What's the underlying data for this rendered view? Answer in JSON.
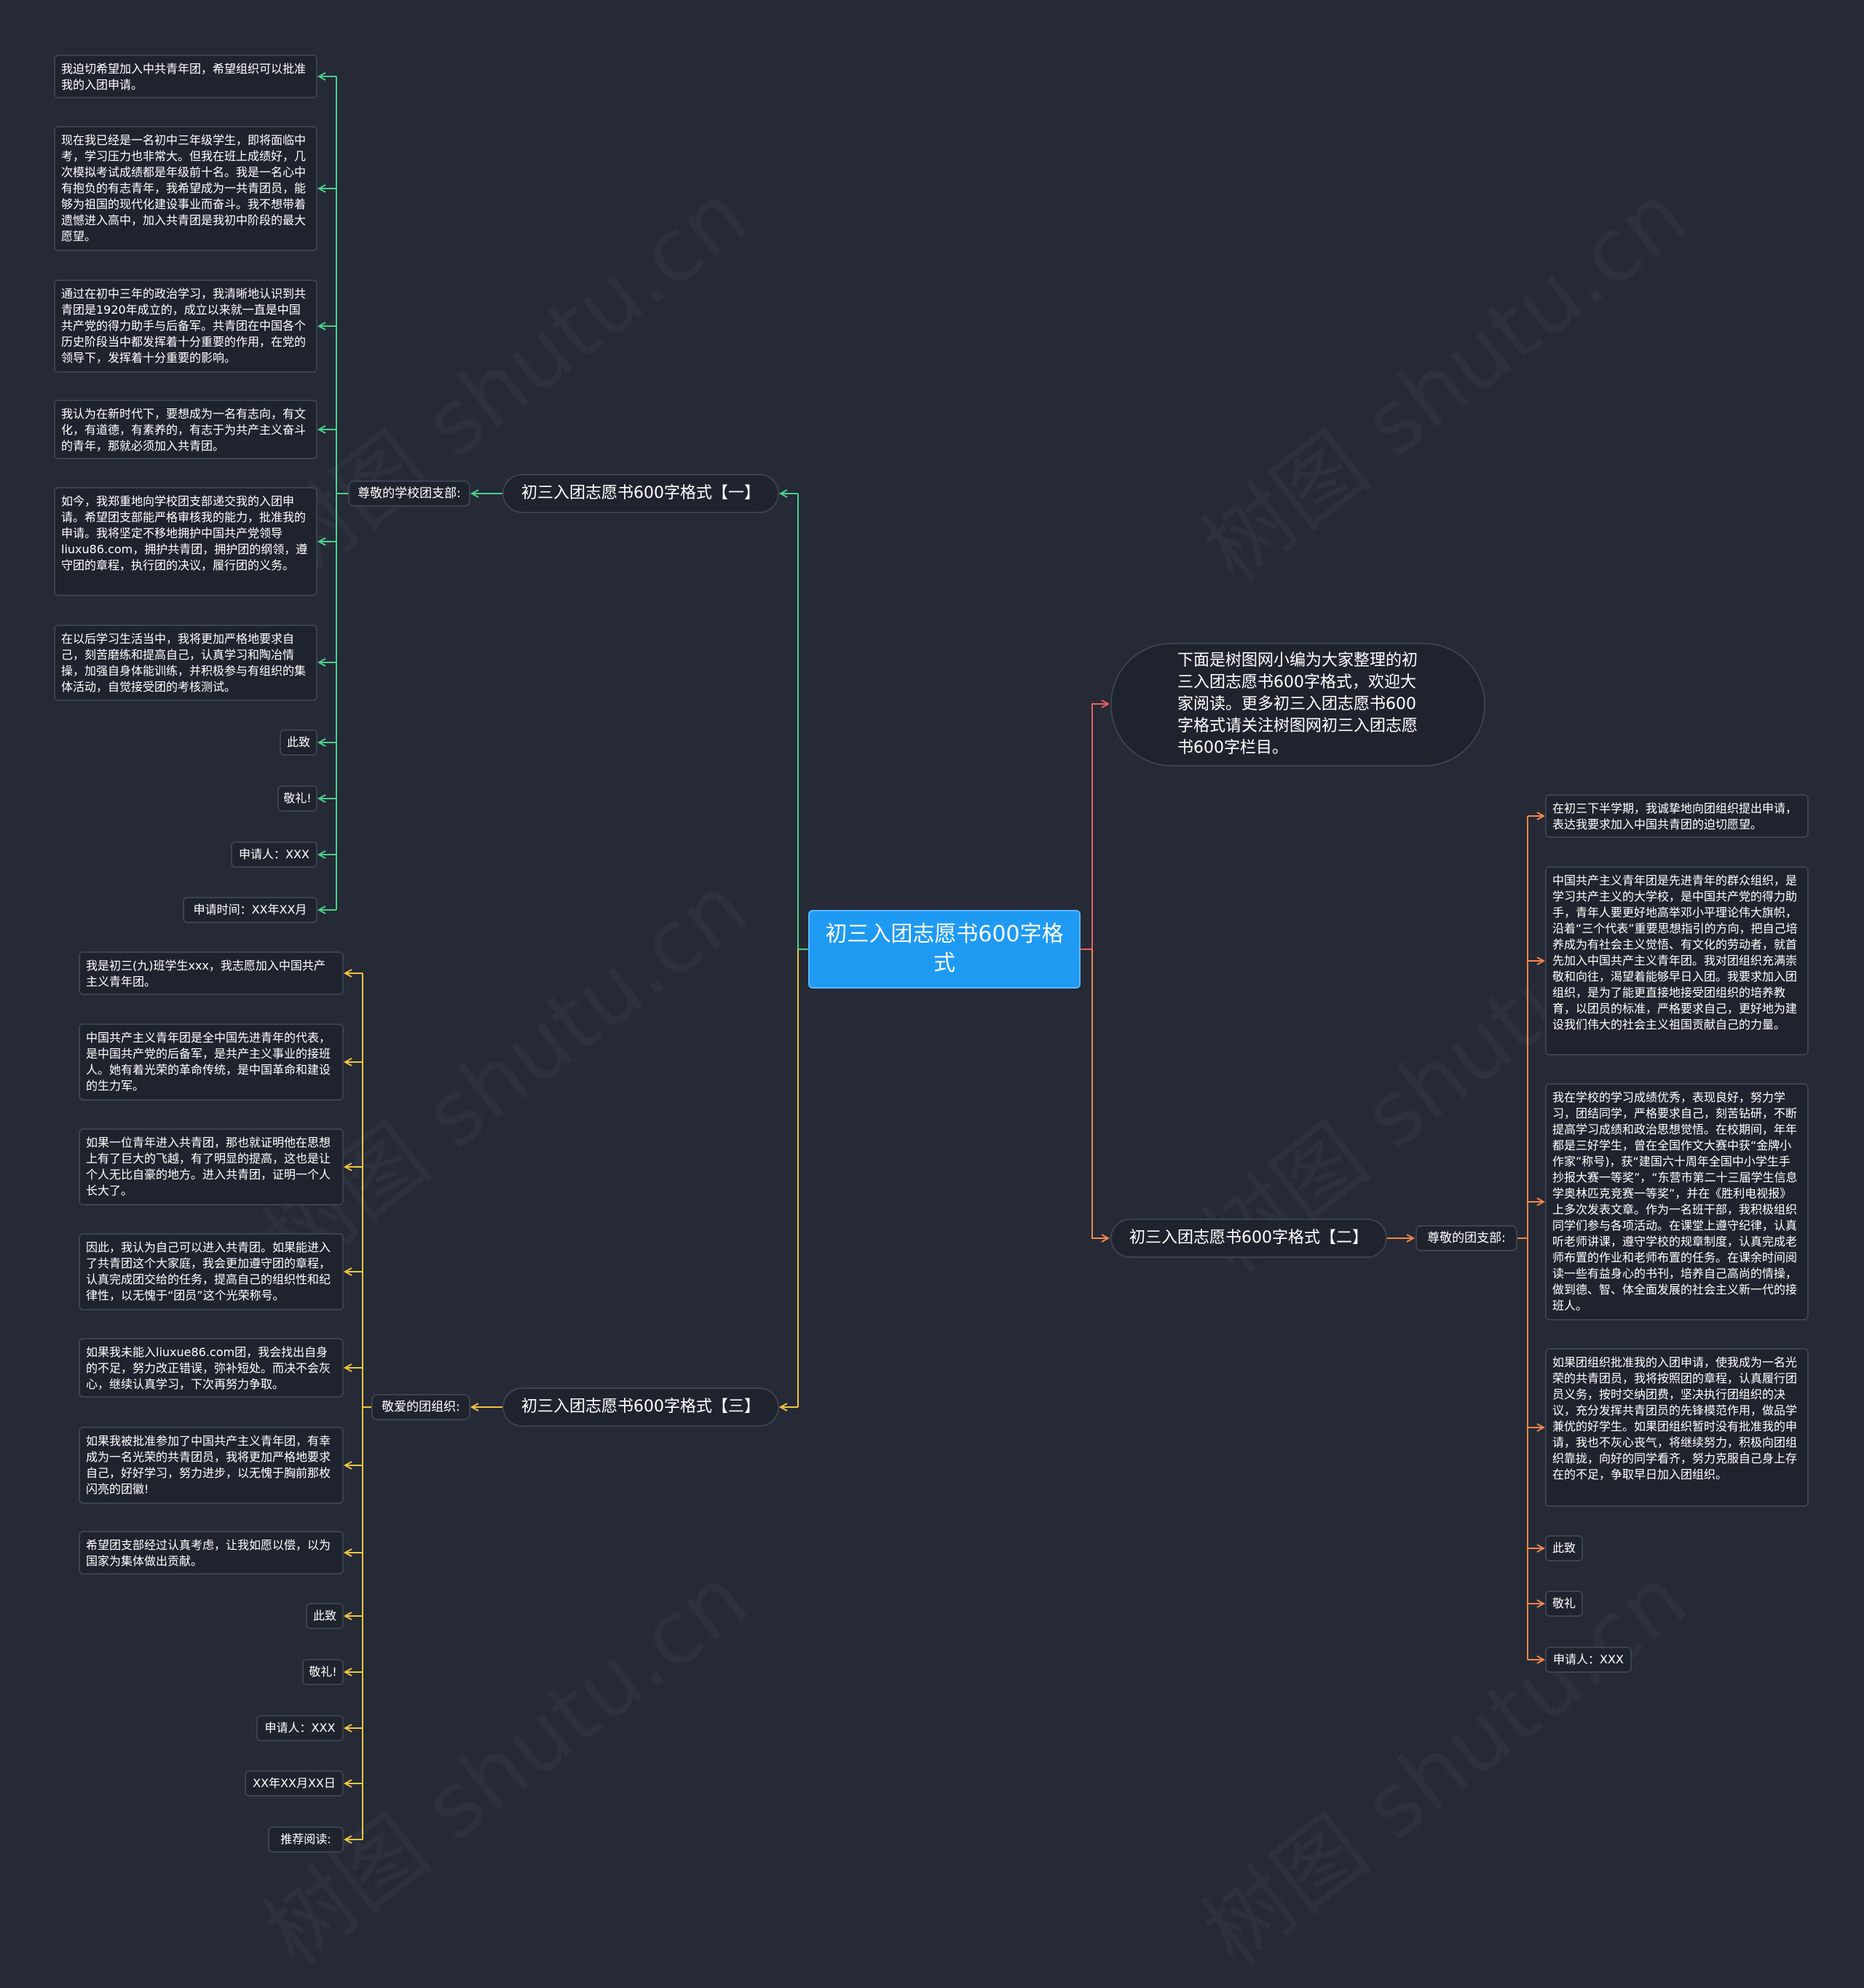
{
  "colors": {
    "background": "#252a36",
    "root": "#1e9af3",
    "green": "#4bd08a",
    "yellow": "#f2c53f",
    "red": "#ef5f5f",
    "orange": "#f5874b",
    "node_fill": "#1f232d",
    "node_border": "#3b4250"
  },
  "watermark": "树图 shutu.cn",
  "root": {
    "label": "初三入团志愿书600字格式"
  },
  "intro": {
    "text": "下面是树图网小编为大家整理的初三入团志愿书600字格式，欢迎大家阅读。更多初三入团志愿书600字格式请关注树图网初三入团志愿书600字栏目。"
  },
  "branch1": {
    "label": "初三入团志愿书600字格式【一】",
    "sub": "尊敬的学校团支部:",
    "leaves": [
      "我迫切希望加入中共青年团，希望组织可以批准我的入团申请。",
      "现在我已经是一名初中三年级学生，即将面临中考，学习压力也非常大。但我在班上成绩好，几次模拟考试成绩都是年级前十名。我是一名心中有抱负的有志青年，我希望成为一共青团员，能够为祖国的现代化建设事业而奋斗。我不想带着遗憾进入高中，加入共青团是我初中阶段的最大愿望。",
      "通过在初中三年的政治学习，我清晰地认识到共青团是1920年成立的，成立以来就一直是中国共产党的得力助手与后备军。共青团在中国各个历史阶段当中都发挥着十分重要的作用，在党的领导下，发挥着十分重要的影响。",
      "我认为在新时代下，要想成为一名有志向，有文化，有道德，有素养的，有志于为共产主义奋斗的青年，那就必须加入共青团。",
      "如今，我郑重地向学校团支部递交我的入团申请。希望团支部能严格审核我的能力，批准我的申请。我将坚定不移地拥护中国共产党领导liuxu86.com，拥护共青团，拥护团的纲领，遵守团的章程，执行团的决议，履行团的义务。",
      "在以后学习生活当中，我将更加严格地要求自己，刻苦磨练和提高自己，认真学习和陶冶情操，加强自身体能训练，并积极参与有组织的集体活动，自觉接受团的考核测试。",
      "此致",
      "敬礼!",
      "申请人：XXX",
      "申请时间：XX年XX月"
    ]
  },
  "branch2": {
    "label": "初三入团志愿书600字格式【二】",
    "sub": "尊敬的团支部:",
    "leaves": [
      "在初三下半学期，我诚挚地向团组织提出申请，表达我要求加入中国共青团的迫切愿望。",
      "中国共产主义青年团是先进青年的群众组织，是学习共产主义的大学校，是中国共产党的得力助手，青年人要更好地高举邓小平理论伟大旗帜，沿着“三个代表”重要思想指引的方向，把自己培养成为有社会主义觉悟、有文化的劳动者，就首先加入中国共产主义青年团。我对团组织充满崇敬和向往，渴望着能够早日入团。我要求加入团组织，是为了能更直接地接受团组织的培养教育，以团员的标准，严格要求自己，更好地为建设我们伟大的社会主义祖国贡献自己的力量。",
      "我在学校的学习成绩优秀，表现良好，努力学习，团结同学，严格要求自己，刻苦钻研，不断提高学习成绩和政治思想觉悟。在校期间，年年都是三好学生，曾在全国作文大赛中获“金牌小作家”称号)，获“建国六十周年全国中小学生手抄报大赛一等奖”，“东营市第二十三届学生信息学奥林匹克竞赛一等奖”，并在《胜利电视报》上多次发表文章。作为一名班干部，我积极组织同学们参与各项活动。在课堂上遵守纪律，认真听老师讲课，遵守学校的规章制度，认真完成老师布置的作业和老师布置的任务。在课余时间阅读一些有益身心的书刊，培养自己高尚的情操，做到德、智、体全面发展的社会主义新一代的接班人。",
      "如果团组织批准我的入团申请，使我成为一名光荣的共青团员，我将按照团的章程，认真履行团员义务，按时交纳团费，坚决执行团组织的决议，充分发挥共青团员的先锋模范作用，做品学兼优的好学生。如果团组织暂时没有批准我的申请，我也不灰心丧气，将继续努力，积极向团组织靠拢，向好的同学看齐，努力克服自己身上存在的不足，争取早日加入团组织。",
      "此致",
      "敬礼",
      "申请人：XXX"
    ]
  },
  "branch3": {
    "label": "初三入团志愿书600字格式【三】",
    "sub": "敬爱的团组织:",
    "leaves": [
      "我是初三(九)班学生xxx，我志愿加入中国共产主义青年团。",
      "中国共产主义青年团是全中国先进青年的代表，是中国共产党的后备军，是共产主义事业的接班人。她有着光荣的革命传统，是中国革命和建设的生力军。",
      "如果一位青年进入共青团，那也就证明他在思想上有了巨大的飞越，有了明显的提高，这也是让个人无比自豪的地方。进入共青团，证明一个人长大了。",
      "因此，我认为自己可以进入共青团。如果能进入了共青团这个大家庭，我会更加遵守团的章程，认真完成团交给的任务，提高自己的组织性和纪律性，以无愧于“团员”这个光荣称号。",
      "如果我未能入liuxue86.com团，我会找出自身的不足，努力改正错误，弥补短处。而决不会灰心，继续认真学习，下次再努力争取。",
      "如果我被批准参加了中国共产主义青年团，有幸成为一名光荣的共青团员，我将更加严格地要求自己，好好学习，努力进步，以无愧于胸前那枚闪亮的团徽!",
      "希望团支部经过认真考虑，让我如愿以偿，以为国家为集体做出贡献。",
      "此致",
      "敬礼!",
      "申请人：XXX",
      "XX年XX月XX日",
      "推荐阅读:"
    ]
  }
}
